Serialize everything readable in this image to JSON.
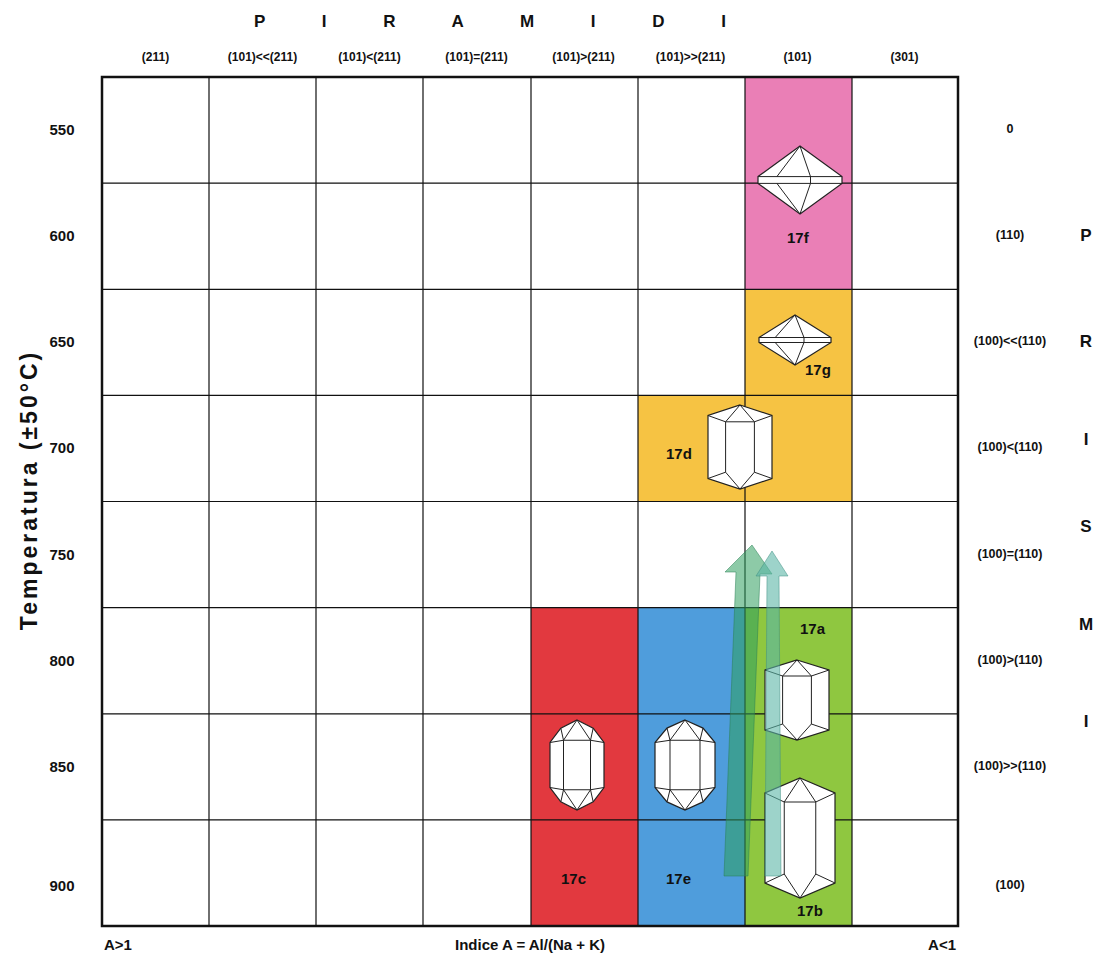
{
  "diagram": {
    "nodes": [
      {
        "text": [
          "17f"
        ]
      },
      {
        "text": [
          "17g"
        ]
      },
      {
        "text": [
          "17d"
        ]
      },
      {
        "text": [
          "17a"
        ]
      },
      {
        "text": [
          "17b"
        ]
      },
      {
        "text": [
          "17c"
        ]
      },
      {
        "text": [
          "17e"
        ]
      }
    ],
    "labels": [
      "P I R A M I D I",
      "(211)",
      "(101)<<(211)",
      "(101)<(211)",
      "(101)=(211)",
      "(101)>(211)",
      "(101)>>(211)",
      "(101)",
      "(301)",
      "550",
      "600",
      "650",
      "700",
      "750",
      "800",
      "850",
      "900",
      "0",
      "(110)",
      "(100)<<(110)",
      "(100)<(110)",
      "(100)=(110)",
      "(100)>(110)",
      "(100)>>(110)",
      "(100)",
      "P",
      "R",
      "I",
      "S",
      "M",
      "I",
      "Temperatura (±50°C)",
      "A>1",
      "Indice A = Al/(Na + K)",
      "A<1"
    ]
  }
}
